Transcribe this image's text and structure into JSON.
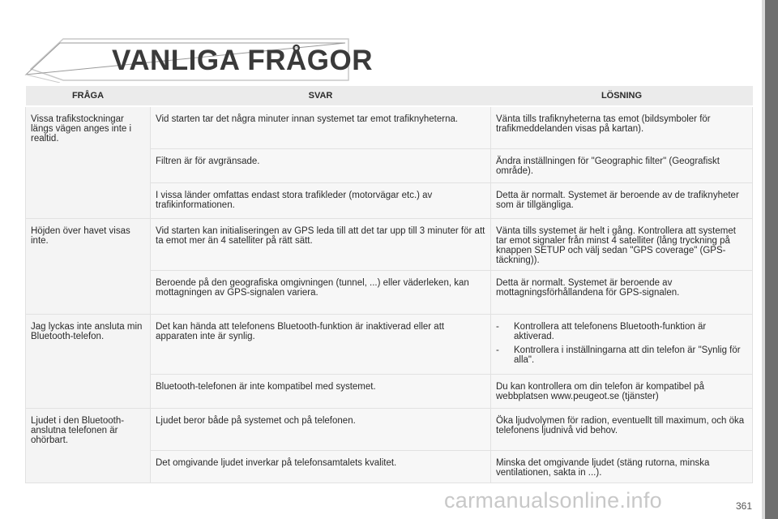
{
  "page_title": "VANLIGA FRÅGOR",
  "page_number": "361",
  "watermark": "carmanualsonline.info",
  "table": {
    "headers": [
      "FRÅGA",
      "SVAR",
      "LÖSNING"
    ],
    "rows": [
      {
        "question": "Vissa trafikstockningar längs vägen anges inte i realtid.",
        "items": [
          {
            "answer": "Vid starten tar det några minuter innan systemet tar emot trafiknyheterna.",
            "solution": "Vänta tills trafiknyheterna tas emot (bildsymboler för trafikmeddelanden visas på kartan)."
          },
          {
            "answer": "Filtren är för avgränsade.",
            "solution": "Ändra inställningen för \"Geographic filter\" (Geografiskt område)."
          },
          {
            "answer": "I vissa länder omfattas endast stora trafikleder (motorvägar etc.) av trafikinformationen.",
            "solution": "Detta är normalt. Systemet är beroende av de trafiknyheter som är tillgängliga."
          }
        ]
      },
      {
        "question": "Höjden över havet visas inte.",
        "items": [
          {
            "answer": "Vid starten kan initialiseringen av GPS leda till att det tar upp till 3 minuter för att ta emot mer än 4 satelliter på rätt sätt.",
            "solution": "Vänta tills systemet är helt i gång. Kontrollera att systemet tar emot signaler från minst 4 satelliter (lång tryckning på knappen SETUP och välj sedan \"GPS coverage\" (GPS-täckning))."
          },
          {
            "answer": "Beroende på den geografiska omgivningen (tunnel, ...) eller väderleken, kan mottagningen av GPS-signalen variera.",
            "solution": "Detta är normalt. Systemet är beroende av mottagningsförhållandena för GPS-signalen."
          }
        ]
      },
      {
        "question": "Jag lyckas inte ansluta min Bluetooth-telefon.",
        "items": [
          {
            "answer": "Det kan hända att telefonens Bluetooth-funktion är inaktiverad eller att apparaten inte är synlig.",
            "solution_list": [
              "Kontrollera att telefonens Bluetooth-funktion är aktiverad.",
              "Kontrollera i inställningarna att din telefon är \"Synlig för alla\"."
            ],
            "dash": "-"
          },
          {
            "answer": "Bluetooth-telefonen är inte kompatibel med systemet.",
            "solution": "Du kan kontrollera om din telefon är kompatibel på webbplatsen www.peugeot.se (tjänster)"
          }
        ]
      },
      {
        "question": "Ljudet i den Bluetooth-anslutna telefonen är ohörbart.",
        "items": [
          {
            "answer": "Ljudet beror både på systemet och på telefonen.",
            "solution": "Öka ljudvolymen för radion, eventuellt till maximum, och öka telefonens ljudnivå vid behov."
          },
          {
            "answer": "Det omgivande ljudet inverkar på telefonsamtalets kvalitet.",
            "solution": "Minska det omgivande ljudet (stäng rutorna, minska ventilationen, sakta in ...)."
          }
        ]
      }
    ]
  },
  "colors": {
    "header_bg": "#ebebeb",
    "cell_bg": "#f7f7f7",
    "title": "#3a3a3a",
    "sidebar": "#6e6e6e"
  }
}
